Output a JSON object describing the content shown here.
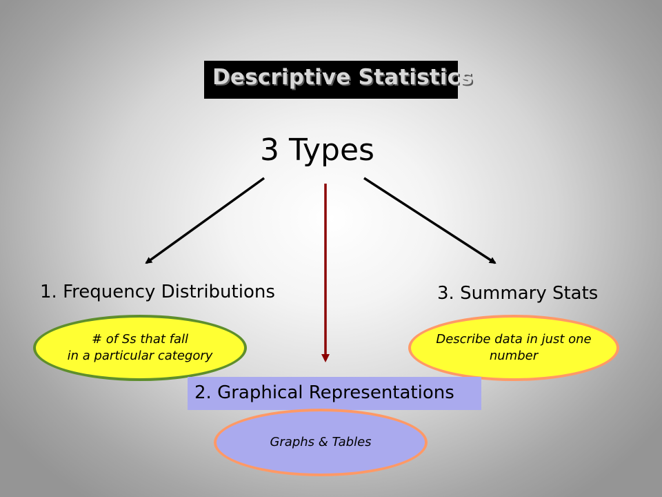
{
  "title": "Descriptive Statistics",
  "heading": "3 Types",
  "types": [
    {
      "label": "1. Frequency Distributions",
      "description_lines": [
        "# of Ss that fall",
        "in a particular category"
      ]
    },
    {
      "label": "2. Graphical Representations",
      "description_lines": [
        "Graphs & Tables"
      ]
    },
    {
      "label": "3. Summary Stats",
      "description_lines": [
        "Describe data in just one",
        "number"
      ]
    }
  ],
  "colors": {
    "title_background": "#000000",
    "title_text": "#d8d8d8",
    "ellipse_yellow": "#ffff33",
    "ellipse_lavender": "#aaaaee",
    "border_green": "#5e8e2c",
    "border_orange": "#ff9966",
    "arrow_black": "#000000",
    "arrow_dark_red": "#8b0000"
  }
}
